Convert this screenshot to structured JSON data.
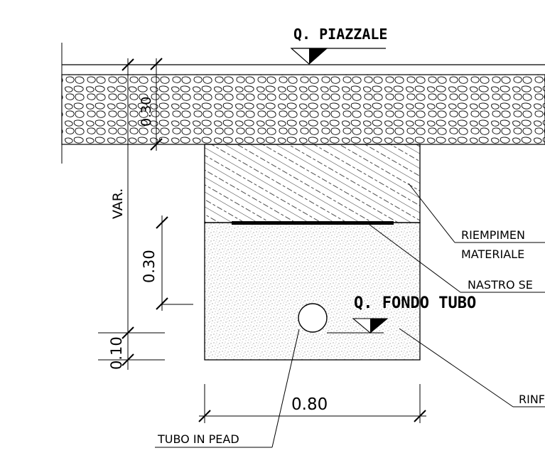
{
  "levels": {
    "piazzale": "Q. PIAZZALE",
    "fondo_tubo": "Q. FONDO TUBO"
  },
  "dimensions": {
    "top_layer": "0.30",
    "variable": "VAR.",
    "tape_height": "0.30",
    "bedding": "0.10",
    "trench_width": "0.80"
  },
  "labels": {
    "riempimento_line1": "RIEMPIMEN",
    "riempimento_line2": "MATERIALE",
    "nastro": "NASTRO SE",
    "rinfianco": "RINF",
    "tubo": "TUBO IN PEAD"
  }
}
